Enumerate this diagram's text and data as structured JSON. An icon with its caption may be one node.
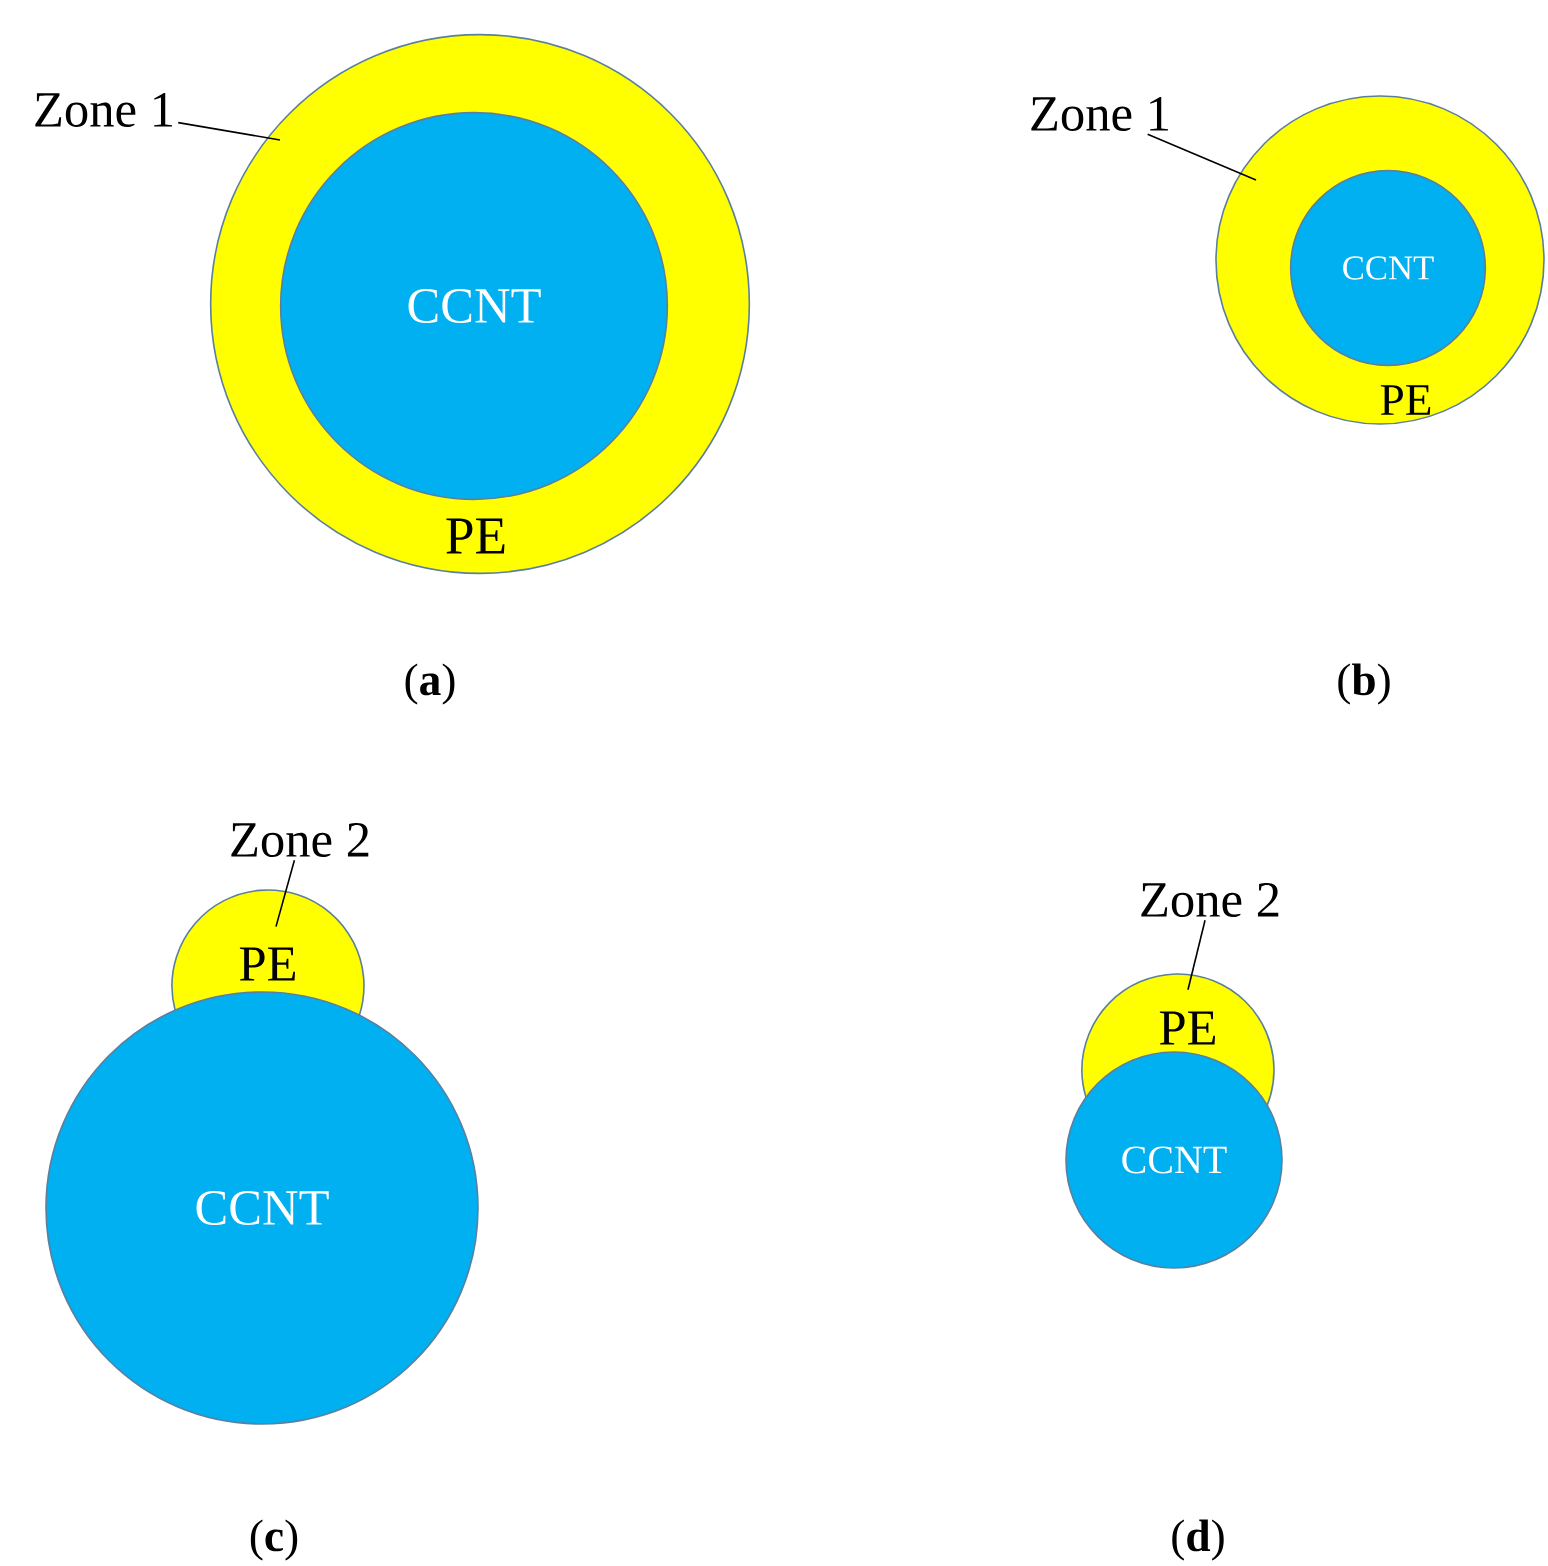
{
  "diagram": {
    "nodes": [
      {
        "text": [
          "PE"
        ]
      },
      {
        "text": [
          "CCNT"
        ],
        "in": 0
      },
      {
        "text": [
          "Zone 1"
        ]
      },
      {
        "text": [
          "PE"
        ]
      },
      {
        "text": [
          "CCNT"
        ],
        "in": 3
      },
      {
        "text": [
          "Zone 1"
        ]
      },
      {
        "text": [
          "PE"
        ]
      },
      {
        "text": [
          "CCNT"
        ]
      },
      {
        "text": [
          "Zone 2"
        ]
      },
      {
        "text": [
          "PE"
        ]
      },
      {
        "text": [
          "CCNT"
        ]
      },
      {
        "text": [
          "Zone 2"
        ]
      }
    ],
    "edges": [
      {
        "from": 2,
        "to": 0,
        "arrow": "none"
      },
      {
        "from": 5,
        "to": 3,
        "arrow": "none"
      },
      {
        "from": 8,
        "to": 6,
        "arrow": "none"
      },
      {
        "from": 11,
        "to": 9,
        "arrow": "none"
      }
    ],
    "labels": [
      "(**a**)",
      "(**b**)",
      "(**c**)",
      "(**d**)"
    ]
  }
}
